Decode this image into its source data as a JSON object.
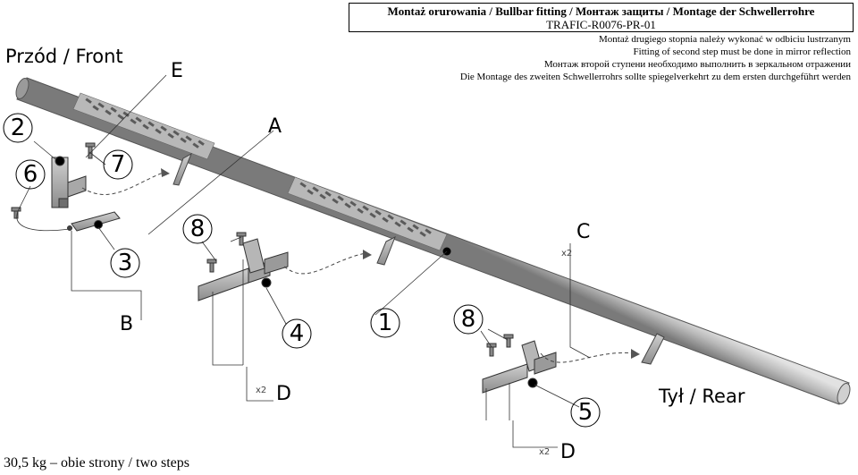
{
  "header": {
    "title": "Montaż orurowania / Bullbar fitting / Монтаж защиты / Montage der Schwellerrohre",
    "code": "TRAFIC-R0076-PR-01"
  },
  "notes": [
    "Montaż drugiego stopnia należy wykonać w odbiciu lustrzanym",
    "Fitting of second step must be done in mirror reflection",
    "Монтаж второй ступени необходимо выполнить в зеркальном отражении",
    "Die Montage des zweiten Schwellerrohrs sollte spiegelverkehrt zu dem ersten durchgeführt werden"
  ],
  "labels": {
    "front": "Przód / Front",
    "rear": "Tył / Rear"
  },
  "footer": {
    "weight": "30,5 kg – obie strony / two steps"
  },
  "letters": {
    "a": "A",
    "b": "B",
    "c": "C",
    "d1": "D",
    "d2": "D",
    "e": "E"
  },
  "multipliers": {
    "c": "x2",
    "d1": "x2",
    "d2": "x2"
  },
  "callouts": {
    "n1": "1",
    "n2": "2",
    "n3": "3",
    "n4": "4",
    "n5": "5",
    "n6": "6",
    "n7": "7",
    "n8a": "8",
    "n8b": "8"
  }
}
